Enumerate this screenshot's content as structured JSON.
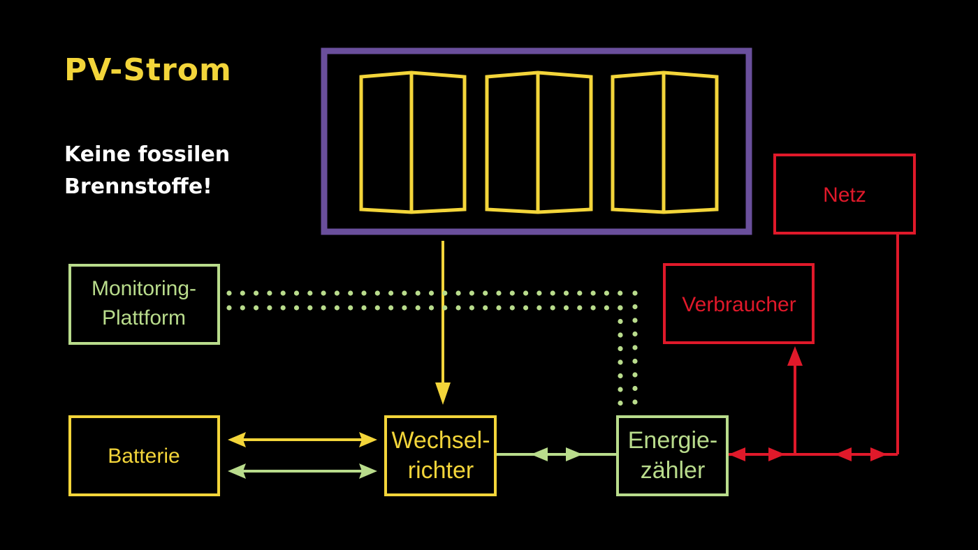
{
  "title": "PV-Strom",
  "subtitle": {
    "line1": "Keine fossilen",
    "line2": "Brennstoffe!"
  },
  "nodes": {
    "monitoring": {
      "line1": "Monitoring-",
      "line2": "Plattform"
    },
    "batterie": {
      "label": "Batterie"
    },
    "wechselrichter": {
      "line1": "Wechsel-",
      "line2": "richter"
    },
    "energiezaehler": {
      "line1": "Energie-",
      "line2": "zähler"
    },
    "verbraucher": {
      "label": "Verbraucher"
    },
    "netz": {
      "label": "Netz"
    }
  },
  "colors": {
    "background": "#000000",
    "title": "#f3d53a",
    "subtitle": "#ffffff",
    "panel_frame": "#6a4f9c",
    "yellow": "#f3d53a",
    "green": "#b9dc8c",
    "red": "#e0192a"
  }
}
